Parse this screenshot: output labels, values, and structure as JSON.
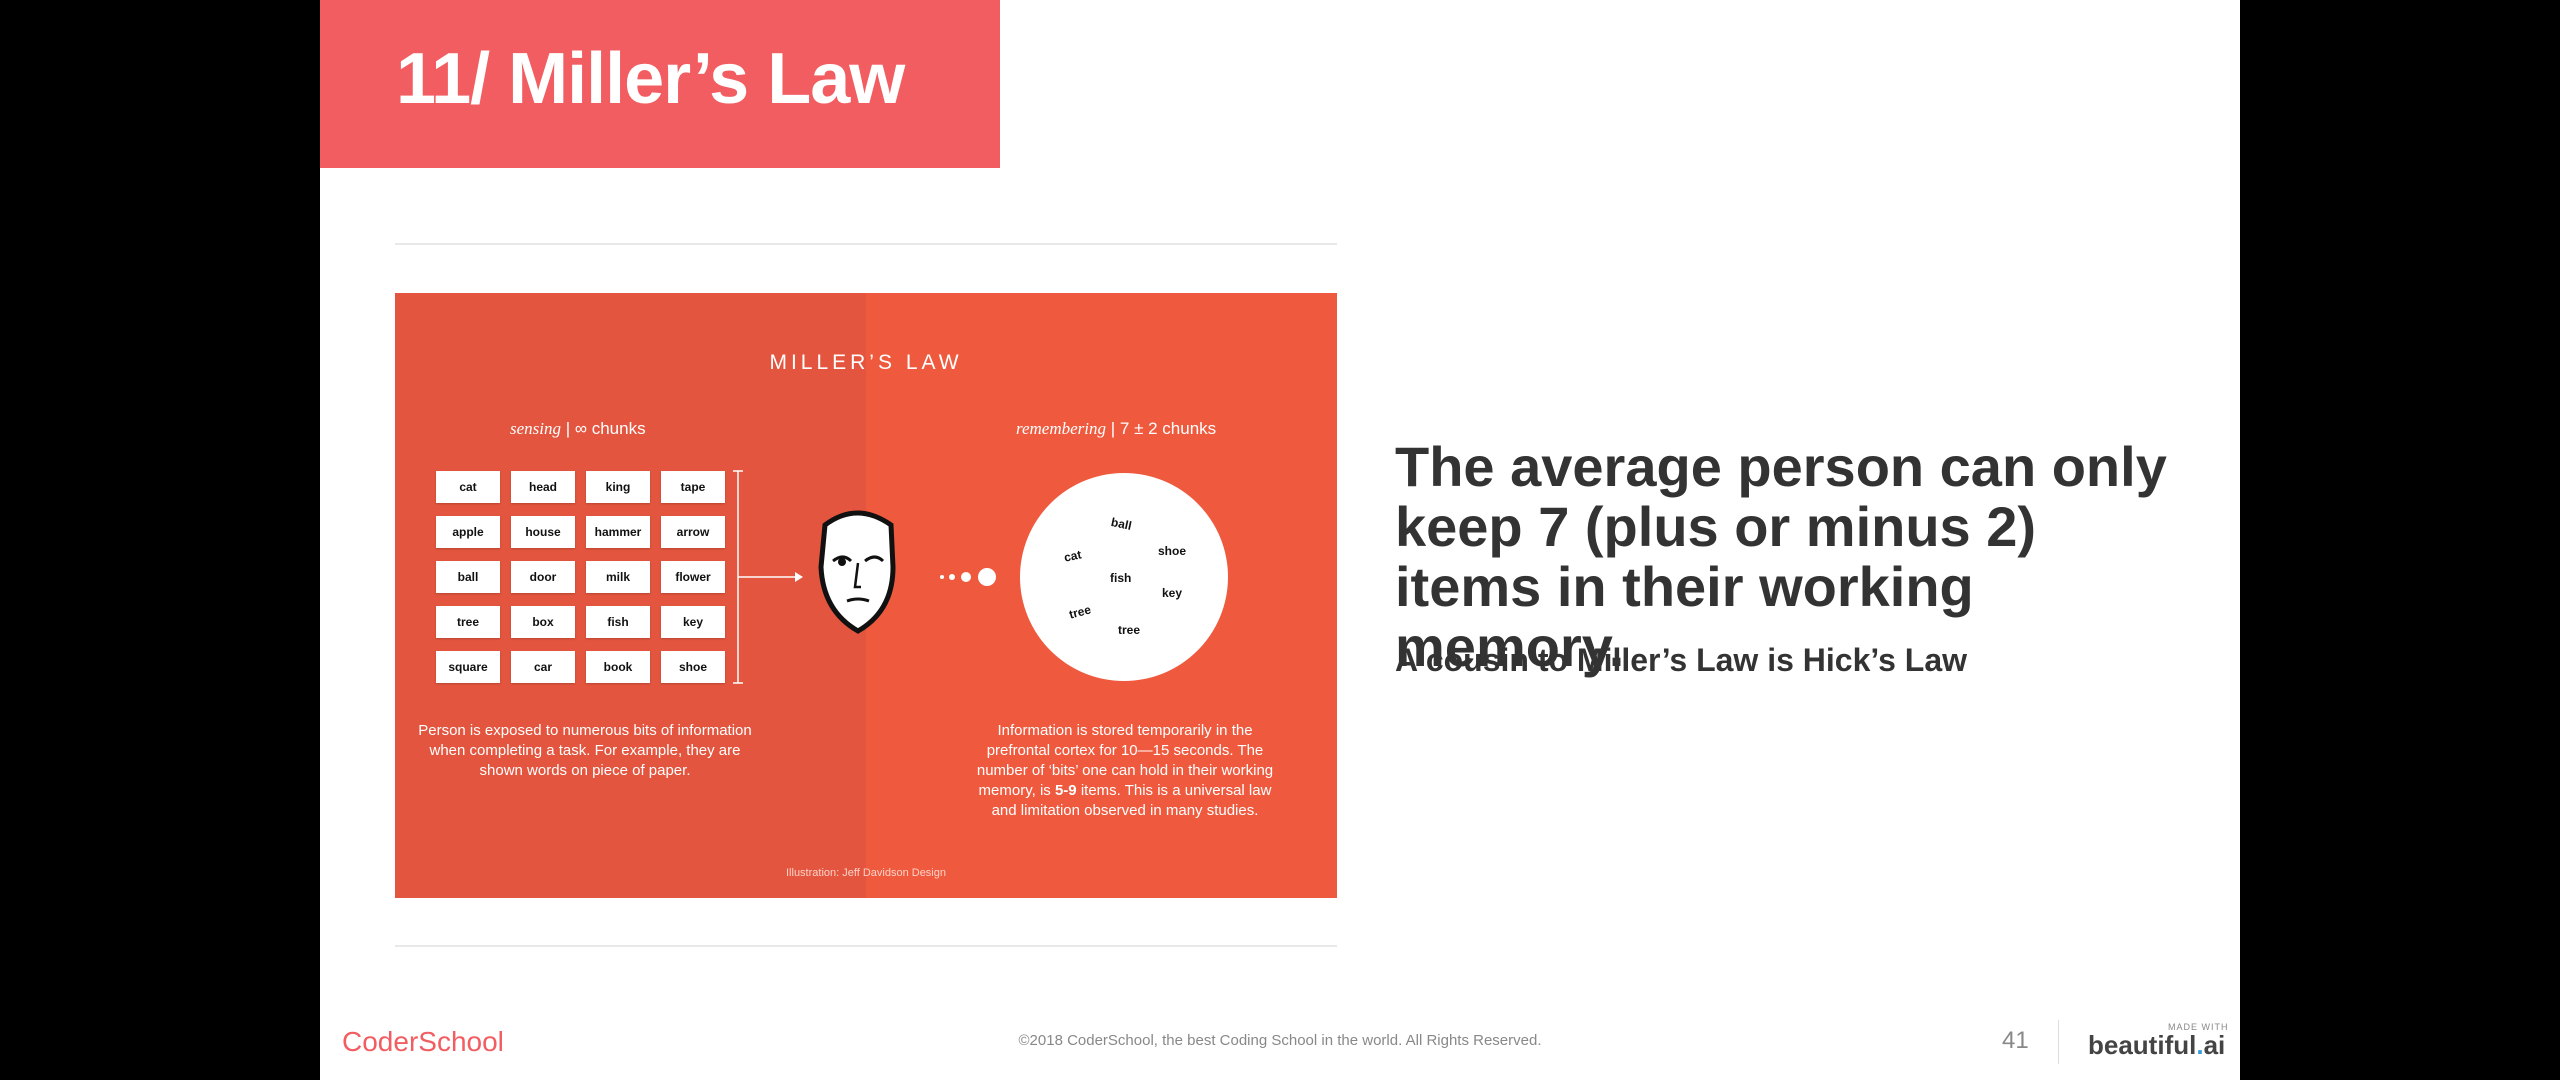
{
  "slide": {
    "title": "11/ Miller’s Law",
    "headline": "The average person can only keep 7 (plus or minus 2) items in their working memory.",
    "subheadline": "A cousin to Miller’s Law is Hick’s Law",
    "brand": "CoderSchool",
    "footer": "©2018 CoderSchool, the best Coding School in the world. All Rights Reserved.",
    "page_number": "41",
    "made_with": "MADE WITH",
    "made_with_brand": "beautiful",
    "made_with_brand_suffix": "ai"
  },
  "illustration": {
    "title": "MILLER’S LAW",
    "left_label_italic": "sensing",
    "left_label_rest": "| ∞ chunks",
    "right_label_italic": "remembering",
    "right_label_rest": "| 7 ± 2 chunks",
    "words": [
      "cat",
      "head",
      "king",
      "tape",
      "apple",
      "house",
      "hammer",
      "arrow",
      "ball",
      "door",
      "milk",
      "flower",
      "tree",
      "box",
      "fish",
      "key",
      "square",
      "car",
      "book",
      "shoe"
    ],
    "memory_words": [
      "ball",
      "cat",
      "shoe",
      "fish",
      "key",
      "tree",
      "tree"
    ],
    "left_desc": "Person is exposed to numerous bits of information when completing a task. For example, they are shown words on piece of paper.",
    "right_desc_1": "Information is stored temporarily in the prefrontal cortex for 10—15 seconds. The number of ‘bits’ one can hold in their working memory, is",
    "right_desc_bold": "5-9",
    "right_desc_2": "items. This is a universal law and limitation observed in many studies.",
    "credit": "Illustration: Jeff Davidson Design"
  },
  "colors": {
    "accent": "#f25d61",
    "illustration_bg": "#e3553e",
    "text": "#333333"
  }
}
